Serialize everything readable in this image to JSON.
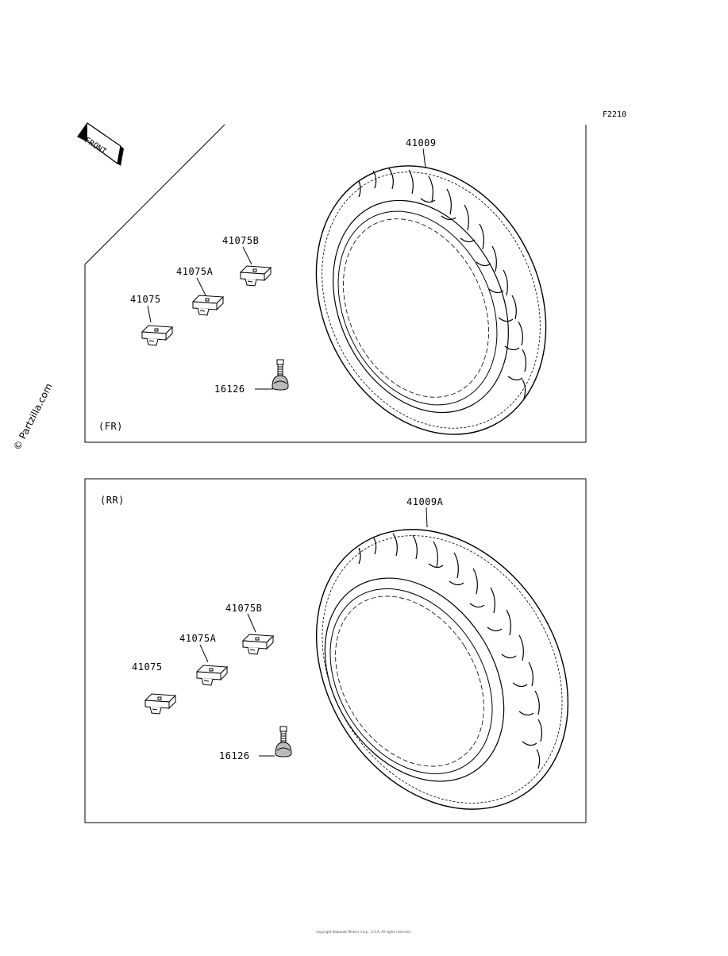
{
  "diagram": {
    "code": "F2210",
    "front_label": "FRONT",
    "watermark": "© Partzilla.com",
    "footer_text": "Copyright Kawasaki Motors Corp., U.S.A. All rights reserved."
  },
  "front_panel": {
    "tag": "(FR)",
    "callouts": {
      "tire": "41009",
      "weight_b": "41075B",
      "weight_a": "41075A",
      "weight": "41075",
      "valve": "16126"
    }
  },
  "rear_panel": {
    "tag": "(RR)",
    "callouts": {
      "tire": "41009A",
      "weight_b": "41075B",
      "weight_a": "41075A",
      "weight": "41075",
      "valve": "16126"
    }
  }
}
